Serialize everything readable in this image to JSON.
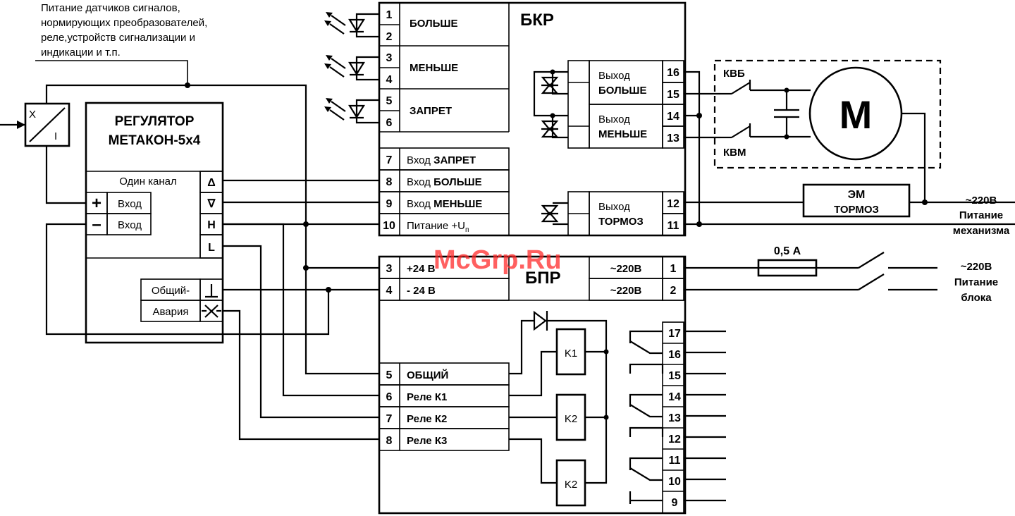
{
  "note": {
    "line1": "Питание датчиков сигналов,",
    "line2": "нормирующих преобразователей,",
    "line3": "реле,устройств сигнализации и",
    "line4": "индикации и т.п."
  },
  "converter": {
    "top": "X",
    "bottom": "I"
  },
  "regulator": {
    "title1": "РЕГУЛЯТОР",
    "title2": "МЕТАКОН-5х4",
    "channel": "Один канал",
    "plus": "+",
    "minus": "–",
    "input1": "Вход",
    "input2": "Вход",
    "delta": "Δ",
    "nabla": "∇",
    "h": "Н",
    "l": "L",
    "common": "Общий-",
    "alarm": "Авария"
  },
  "bkr": {
    "title": "БКР",
    "pins_left": [
      "1",
      "2",
      "3",
      "4",
      "5",
      "6"
    ],
    "signals": [
      "БОЛЬШЕ",
      "МЕНЬШЕ",
      "ЗАПРЕТ"
    ],
    "inputs": [
      {
        "num": "7",
        "pre": "Вход ",
        "bold": "ЗАПРЕТ"
      },
      {
        "num": "8",
        "pre": "Вход ",
        "bold": "БОЛЬШЕ"
      },
      {
        "num": "9",
        "pre": "Вход ",
        "bold": "МЕНЬШЕ"
      },
      {
        "num": "10",
        "pre": "Питание +U",
        "bold": "",
        "sub": "п"
      }
    ],
    "outputs": [
      {
        "l1": "Выход",
        "l2": "БОЛЬШЕ",
        "p1": "16",
        "p2": "15"
      },
      {
        "l1": "Выход",
        "l2": "МЕНЬШЕ",
        "p1": "14",
        "p2": "13"
      },
      {
        "l1": "Выход",
        "l2": "ТОРМОЗ",
        "p1": "12",
        "p2": "11"
      }
    ]
  },
  "motor": {
    "label": "М",
    "kvb": "КВБ",
    "kvm": "КВМ",
    "em1": "ЭМ",
    "em2": "ТОРМОЗ",
    "supply1": "~220В",
    "supply2": "Питание",
    "supply3": "механизма"
  },
  "bpr": {
    "title": "БПР",
    "left_pins": [
      {
        "num": "3",
        "label": "+24 В"
      },
      {
        "num": "4",
        "label": "- 24 В"
      }
    ],
    "right_pins": [
      {
        "num": "1",
        "label": "~220В"
      },
      {
        "num": "2",
        "label": "~220В"
      }
    ],
    "relays": [
      {
        "num": "5",
        "label": "ОБЩИЙ"
      },
      {
        "num": "6",
        "label": "Реле К1"
      },
      {
        "num": "7",
        "label": "Реле К2"
      },
      {
        "num": "8",
        "label": "Реле К3"
      }
    ],
    "coils": [
      "K1",
      "K2",
      "K2"
    ],
    "contacts": [
      "17",
      "16",
      "15",
      "14",
      "13",
      "12",
      "11",
      "10",
      "9"
    ],
    "fuse": "0,5 А",
    "supply1": "~220В",
    "supply2": "Питание",
    "supply3": "блока"
  },
  "watermark": "McGrp.Ru"
}
